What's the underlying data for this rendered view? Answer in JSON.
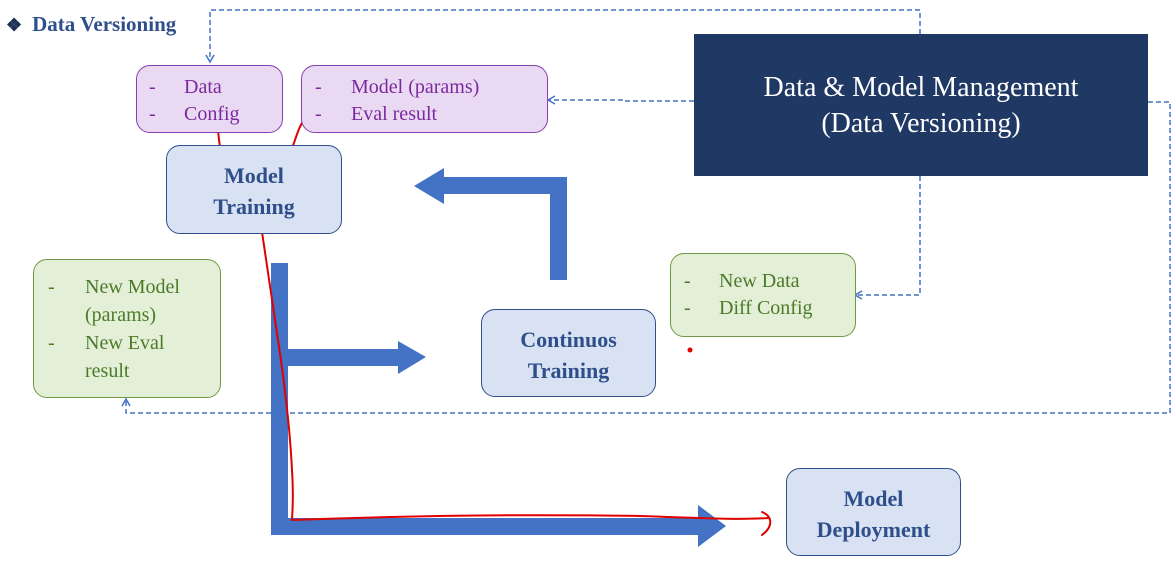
{
  "heading": {
    "bullet": "❖",
    "text": "Data Versioning"
  },
  "data_config_box": {
    "items": [
      "Data",
      "Config"
    ]
  },
  "model_eval_box": {
    "items": [
      "Model (params)",
      "Eval result"
    ]
  },
  "management_box": {
    "line1": "Data & Model Management",
    "line2": "(Data Versioning)"
  },
  "model_training": {
    "line1": "Model",
    "line2": "Training"
  },
  "new_data_box": {
    "items": [
      "New Data",
      "Diff Config"
    ]
  },
  "new_model_box": {
    "items": [
      "New Model",
      "(params)",
      "New Eval",
      "result"
    ]
  },
  "continuous_training": {
    "line1": "Continuos",
    "line2": "Training"
  },
  "model_deployment": {
    "line1": "Model",
    "line2": "Deployment"
  },
  "colors": {
    "arrow_blue": "#4472c4",
    "dashed": "#4472c4",
    "annotation_red": "#e00000",
    "management_bg": "#1f3864"
  }
}
